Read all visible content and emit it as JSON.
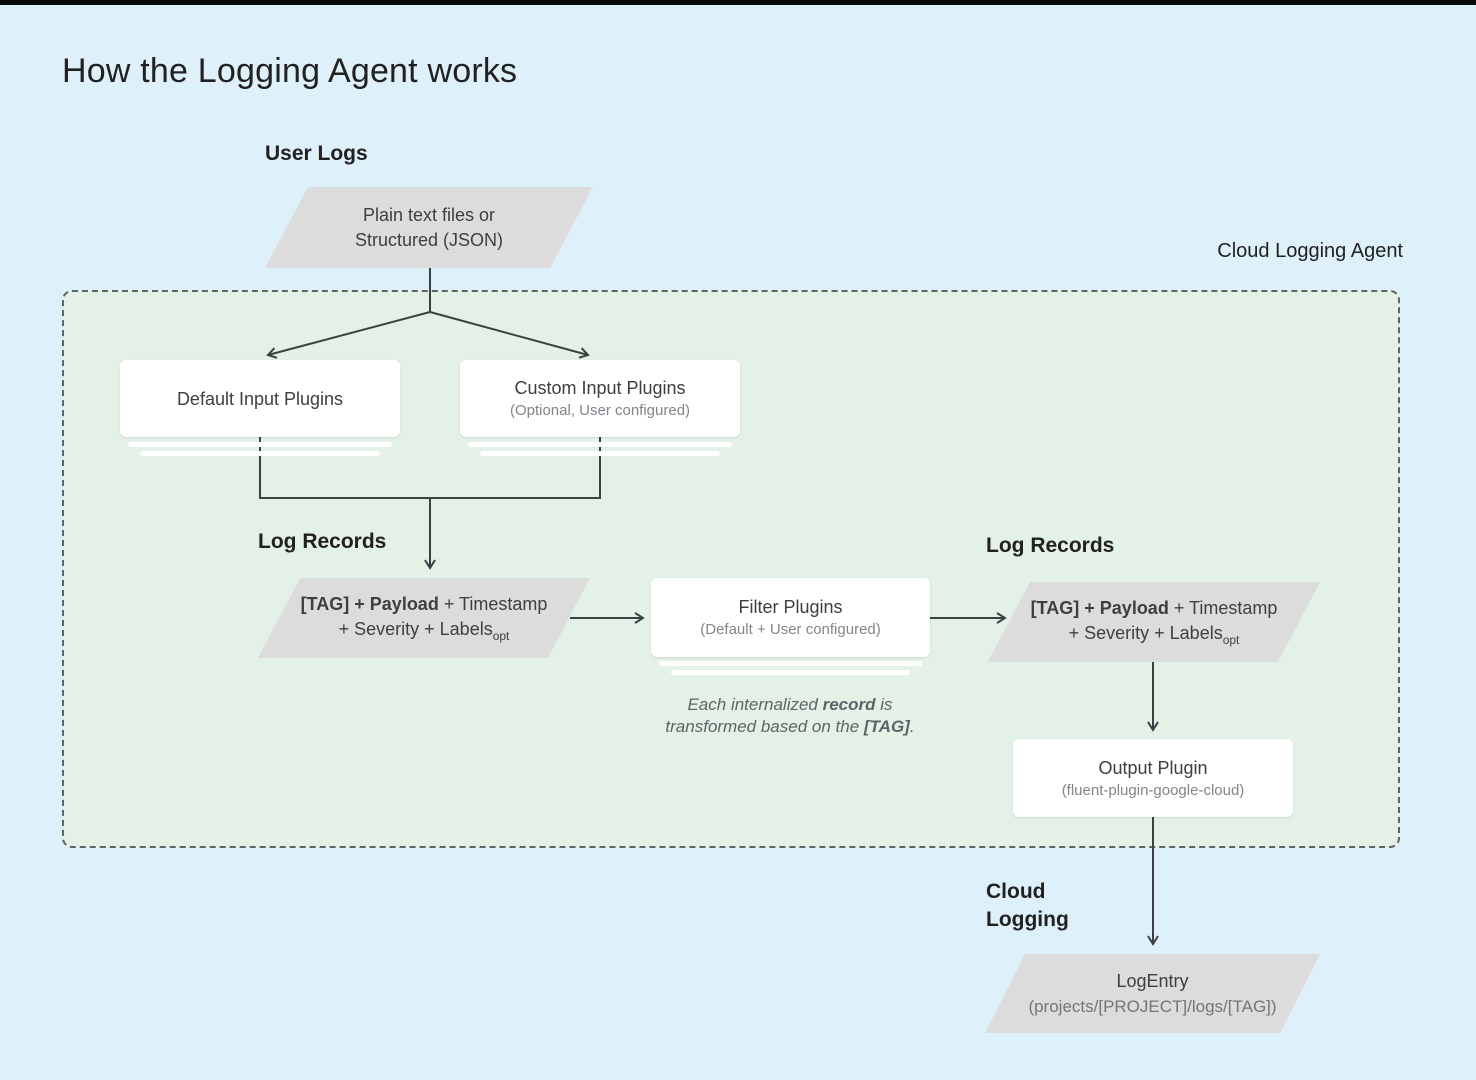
{
  "page": {
    "title": "How the Logging Agent works"
  },
  "colors": {
    "background": "#def1fa",
    "agent_boundary_fill": "#e3f1e6",
    "agent_boundary_border": "#5f6368",
    "shape_gray": "#dcdcdc",
    "node_white": "#ffffff",
    "arrow": "#3c4043",
    "text_dark": "#212121",
    "text_body": "#3c4043",
    "text_muted": "#80868b",
    "top_edge": "#0b0b0b"
  },
  "labels": {
    "user_logs": "User Logs",
    "cloud_logging_agent": "Cloud Logging Agent",
    "log_records_left": "Log Records",
    "log_records_right": "Log Records",
    "cloud_logging": "Cloud\nLogging"
  },
  "nodes": {
    "user_input": {
      "line1": "Plain text files or",
      "line2": "Structured (JSON)"
    },
    "default_input": {
      "title": "Default Input Plugins"
    },
    "custom_input": {
      "title": "Custom Input Plugins",
      "subtitle": "(Optional, User configured)"
    },
    "filter": {
      "title": "Filter Plugins",
      "subtitle": "(Default + User configured)"
    },
    "output": {
      "title": "Output Plugin",
      "subtitle": "(fluent-plugin-google-cloud)"
    },
    "log_entry": {
      "title": "LogEntry",
      "subtitle": "(projects/[PROJECT]/logs/[TAG])"
    },
    "log_record": {
      "line1_bold": "[TAG] + Payload",
      "line1_rest": " + Timestamp",
      "line2": "+ Severity + Labels",
      "line2_sub": "opt"
    }
  },
  "note": {
    "p1": "Each internalized ",
    "b1": "record",
    "p2": " is",
    "p3": "transformed based on the ",
    "b2": "[TAG]",
    "p4": "."
  }
}
